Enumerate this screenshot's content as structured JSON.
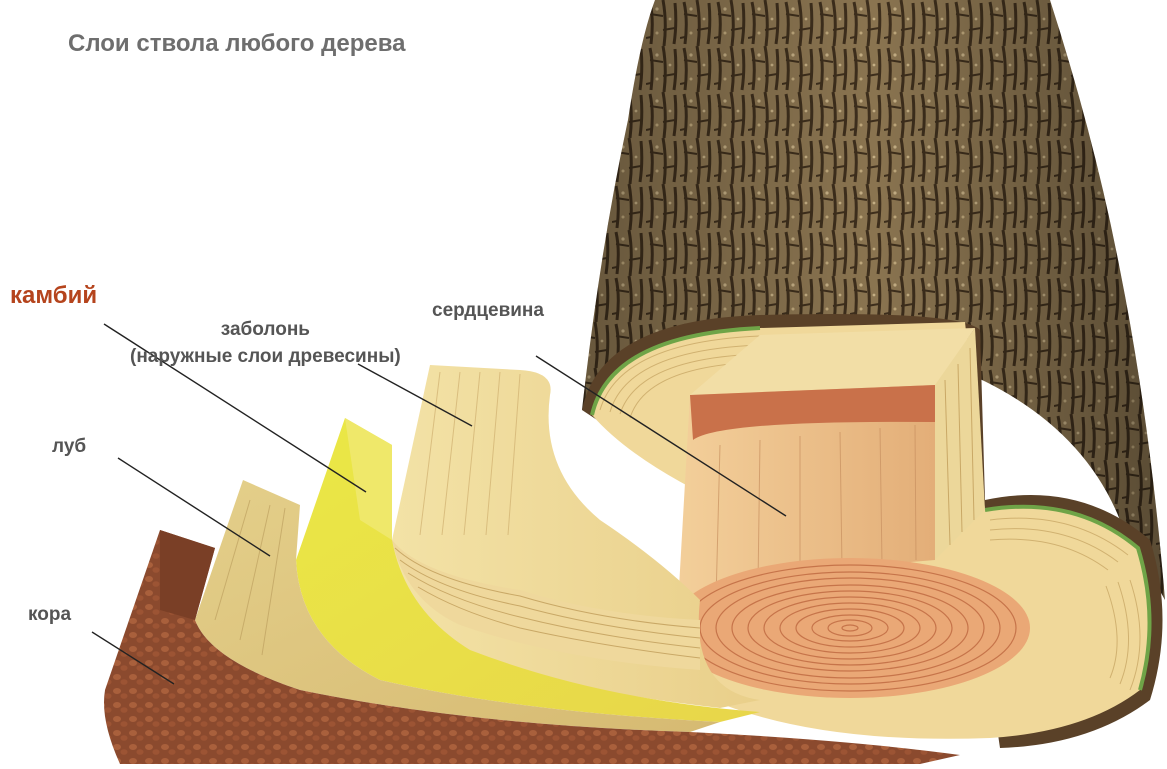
{
  "title": "Слои ствола любого дерева",
  "labels": {
    "kambiy": "камбий",
    "zabolon_line1": "заболонь",
    "zabolon_line2": "(наружные слои древесины)",
    "serdcevina": "сердцевина",
    "lub": "луб",
    "kora": "кора"
  },
  "colors": {
    "title_text": "#6e6e6e",
    "label_text": "#555555",
    "highlight_label": "#b5441d",
    "bark_dark": "#4b3a24",
    "bark_light": "#a08a62",
    "outer_bark_layer": "#8b4a2e",
    "phloem_layer": "#e6d08c",
    "cambium_layer": "#f0ec3a",
    "sapwood": "#f2dc9c",
    "heartwood": "#e8a06c",
    "heartwood_band": "#c8704a",
    "leader_lines": "#222222"
  }
}
